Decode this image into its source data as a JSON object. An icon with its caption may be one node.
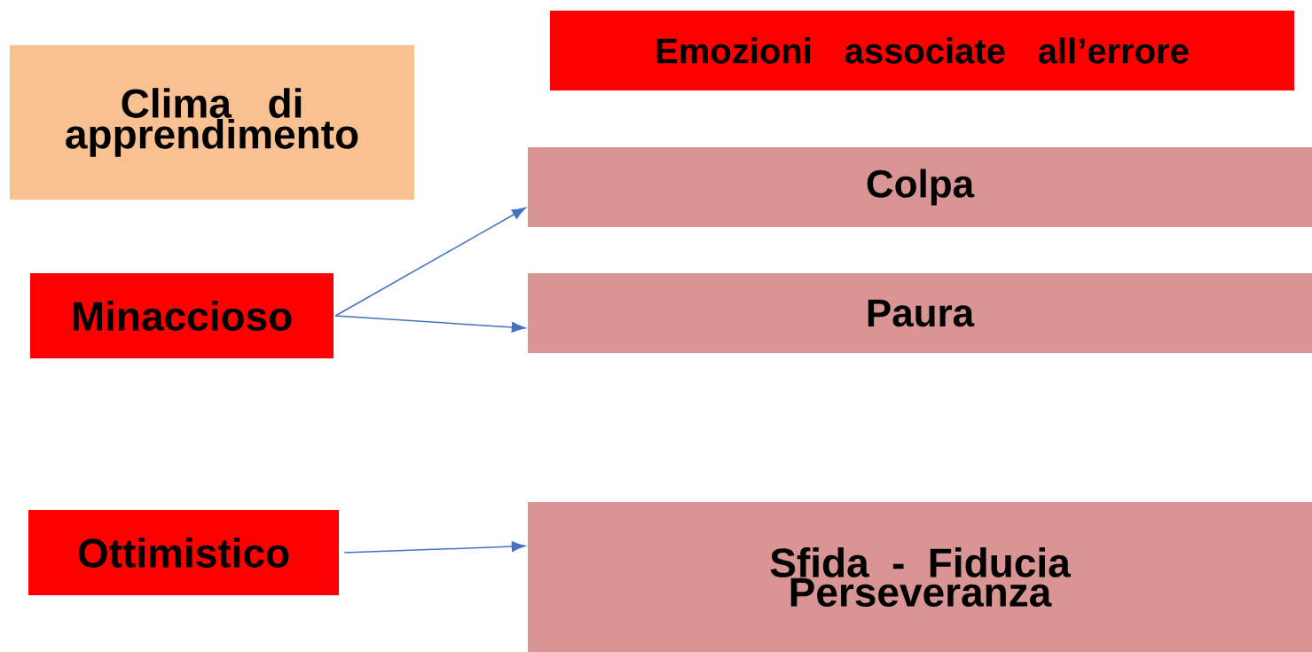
{
  "diagram": {
    "nodes": [
      {
        "text": [
          "Clima di apprendimento"
        ]
      },
      {
        "text": [
          "Emozioni associate all’errore"
        ]
      },
      {
        "text": [
          "Colpa"
        ]
      },
      {
        "text": [
          "Minaccioso"
        ]
      },
      {
        "text": [
          "Paura"
        ]
      },
      {
        "text": [
          "Ottimistico"
        ]
      },
      {
        "text": [
          "Sfida - Fiducia Perseveranza"
        ]
      }
    ],
    "edges": [
      {
        "from": 3,
        "to": 2,
        "arrow": "to"
      },
      {
        "from": 3,
        "to": 4,
        "arrow": "to"
      },
      {
        "from": 5,
        "to": 6,
        "arrow": "to"
      }
    ]
  }
}
